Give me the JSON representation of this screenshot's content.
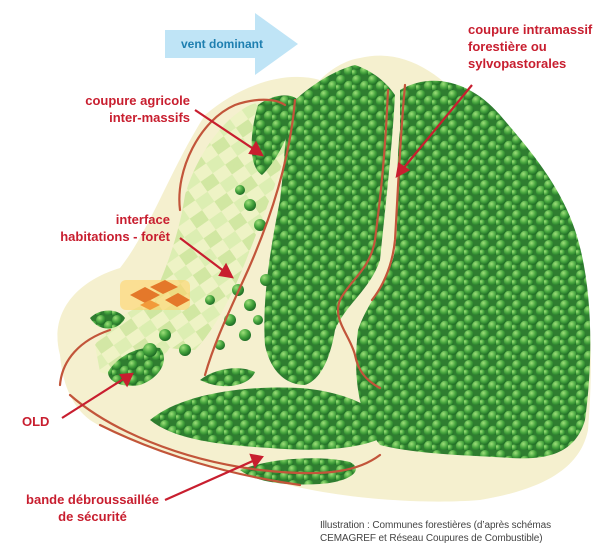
{
  "wind": {
    "label": "vent dominant",
    "direction": "east"
  },
  "labels": {
    "intramassif": [
      "coupure intramassif",
      "forestière ou",
      "sylvopastorales"
    ],
    "agricole": [
      "coupure agricole",
      "inter-massifs"
    ],
    "interface": [
      "interface",
      "habitations - forêt"
    ],
    "old": "OLD",
    "bande": [
      "bande débroussaillée",
      "de sécurité"
    ]
  },
  "caption": [
    "Illustration : Communes forestières (d’après schémas",
    "CEMAGREF et Réseau Coupures de Combustible)"
  ],
  "colors": {
    "label": "#c81e2f",
    "arrow": "#c81e2f",
    "wind": "#bfe4f6",
    "forest": "#3c9a3c",
    "ground": "#f5f0cf",
    "path": "#c2553a"
  },
  "icons": [
    "wind-arrow-icon",
    "pointer-arrow-icon",
    "house-icon",
    "tree-icon"
  ]
}
